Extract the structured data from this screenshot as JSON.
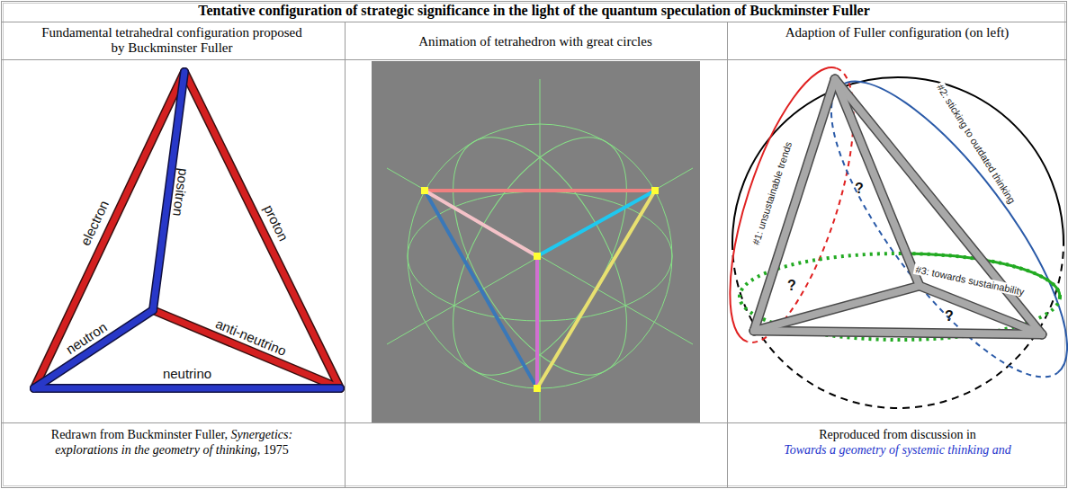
{
  "diagram": {
    "title": "Tentative configuration of strategic significance in the light of the quantum speculation of Buckminster Fuller",
    "labels": [
      "Fundamental tetrahedral configuration proposed by Buckminster Fuller",
      "Animation of tetrahedron with great circles",
      "Adaption of Fuller configuration (on left)",
      "electron",
      "positron",
      "proton",
      "neutron",
      "anti-neutrino",
      "neutrino",
      "#1: unsustainable trends",
      "#2: sticking to outdated thinking",
      "#3: towards sustainability",
      "?",
      "?",
      "?",
      "Redrawn from Buckminster Fuller,",
      "Synergetics: explorations in the geometry of thinking",
      ", 1975",
      "Reproduced from discussion in",
      "Towards a geometry of systemic thinking and"
    ]
  }
}
